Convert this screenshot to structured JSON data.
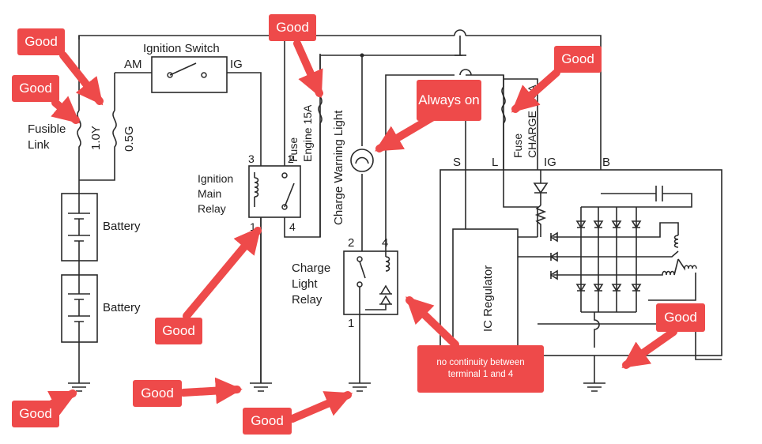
{
  "labels": {
    "ignition_switch": "Ignition Switch",
    "am": "AM",
    "ig": "IG",
    "fusible_link_1": "Fusible",
    "fusible_link_2": "Link",
    "fuse_1_0y": "1.0Y",
    "fuse_0_5g": "0.5G",
    "battery_1": "Battery",
    "battery_2": "Battery",
    "ignition_main_relay_1": "Ignition",
    "ignition_main_relay_2": "Main",
    "ignition_main_relay_3": "Relay",
    "relay_term_3": "3",
    "relay_term_2": "2",
    "relay_term_1": "1",
    "relay_term_4": "4",
    "fuse_engine_1": "Fuse",
    "fuse_engine_2": "Engine 15A",
    "charge_warning_light": "Charge Warning Light",
    "charge_light_relay_1": "Charge",
    "charge_light_relay_2": "Light",
    "charge_light_relay_3": "Relay",
    "clr_term_2": "2",
    "clr_term_4": "4",
    "clr_term_1": "1",
    "fuse_charge_1": "Fuse",
    "fuse_charge_2": "CHARGE 7.5A",
    "alt_s": "S",
    "alt_l": "L",
    "alt_ig": "IG",
    "alt_b": "B",
    "ic_regulator": "IC Regulator"
  },
  "annotations": {
    "good_fusible_link": "Good",
    "good_fuse_1_0y": "Good",
    "good_fuse_engine": "Good",
    "always_on": "Always on",
    "good_fuse_charge": "Good",
    "good_main_relay": "Good",
    "good_battery_ground": "Good",
    "good_relay_ground": "Good",
    "good_charge_ground": "Good",
    "no_continuity": "no continuity between terminal 1 and 4",
    "good_alternator_ground": "Good"
  },
  "colors": {
    "annotation": "#ee4a4a",
    "line": "#2a2a2a"
  }
}
